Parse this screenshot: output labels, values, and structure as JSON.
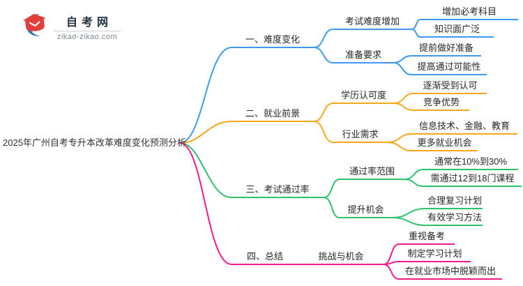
{
  "logo": {
    "title": "自考网",
    "domain": "zikao-zikao.com",
    "crescent_color": "#2273B8",
    "cap_color": "#E23E3E"
  },
  "central_topic": "2025年广州自考专升本改革难度变化预测分析",
  "text_color": "#262626",
  "branches": [
    {
      "label": "一、难度变化",
      "color": "#3D9AF2",
      "children": [
        {
          "label": "考试难度增加",
          "children": [
            {
              "label": "增加必考科目"
            },
            {
              "label": "知识面广泛"
            }
          ]
        },
        {
          "label": "准备要求",
          "children": [
            {
              "label": "提前做好准备"
            },
            {
              "label": "提高通过可能性"
            }
          ]
        }
      ]
    },
    {
      "label": "二、就业前景",
      "color": "#F9A61A",
      "children": [
        {
          "label": "学历认可度",
          "children": [
            {
              "label": "逐渐受到认可"
            },
            {
              "label": "竞争优势"
            }
          ]
        },
        {
          "label": "行业需求",
          "children": [
            {
              "label": "信息技术、金融、教育"
            },
            {
              "label": "更多就业机会"
            }
          ]
        }
      ]
    },
    {
      "label": "三、考试通过率",
      "color": "#2EC16D",
      "children": [
        {
          "label": "通过率范围",
          "children": [
            {
              "label": "通常在10%到30%"
            },
            {
              "label": "需通过12到18门课程"
            }
          ]
        },
        {
          "label": "提升机会",
          "children": [
            {
              "label": "合理复习计划"
            },
            {
              "label": "有效学习方法"
            }
          ]
        }
      ]
    },
    {
      "label": "四、总结",
      "color": "#F01C8C",
      "children": [
        {
          "label": "挑战与机会",
          "children": [
            {
              "label": "重视备考"
            },
            {
              "label": "制定学习计划"
            },
            {
              "label": "在就业市场中脱颖而出"
            }
          ]
        }
      ]
    }
  ]
}
